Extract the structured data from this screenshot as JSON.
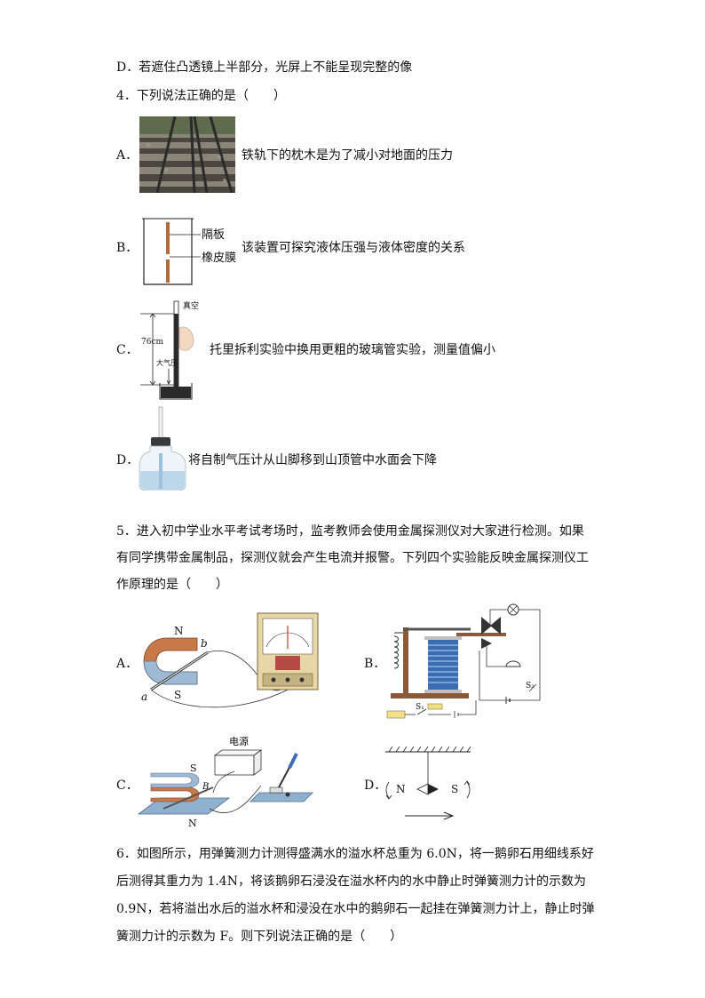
{
  "q3": {
    "optD": "D．若遮住凸透镜上半部分，光屏上不能呈现完整的像"
  },
  "q4": {
    "stem": "4．下列说法正确的是（　　）",
    "options": [
      {
        "letter": "A．",
        "text": "铁轨下的枕木是为了减小对地面的压力"
      },
      {
        "letter": "B．",
        "text": "该装置可探究液体压强与液体密度的关系",
        "labels": [
          "隔板",
          "橡皮膜"
        ]
      },
      {
        "letter": "C．",
        "text": "托里拆利实验中换用更粗的玻璃管实验，测量值偏小",
        "labels": [
          "真空",
          "76cm",
          "大气压"
        ]
      },
      {
        "letter": "D．",
        "text": "将自制气压计从山脚移到山顶管中水面会下降"
      }
    ]
  },
  "q5": {
    "lines": [
      "5．进入初中学业水平考试考场时，监考教师会使用金属探测仪对大家进行检测。如果",
      "有同学携带金属制品，探测仪就会产生电流并报警。下列四个实验能反映金属探测仪工",
      "作原理的是（　　）"
    ],
    "options": [
      {
        "letter": "A．",
        "labels": [
          "N",
          "S",
          "a",
          "b"
        ]
      },
      {
        "letter": "B．",
        "labels": [
          "S₂",
          "S₁"
        ]
      },
      {
        "letter": "C．",
        "labels": [
          "电源",
          "S",
          "N",
          "B"
        ]
      },
      {
        "letter": "D．",
        "labels": [
          "N",
          "S"
        ]
      }
    ]
  },
  "q6": {
    "lines": [
      "6．如图所示，用弹簧测力计测得盛满水的溢水杯总重为 6.0N，将一鹅卵石用细线系好",
      "后测得其重力为 1.4N，将该鹅卵石浸没在溢水杯内的水中静止时弹簧测力计的示数为",
      "0.9N，若将溢出水后的溢水杯和浸没在水中的鹅卵石一起挂在弹簧测力计上，静止时弹",
      "簧测力计的示数为 F。则下列说法正确的是（　　）"
    ]
  }
}
